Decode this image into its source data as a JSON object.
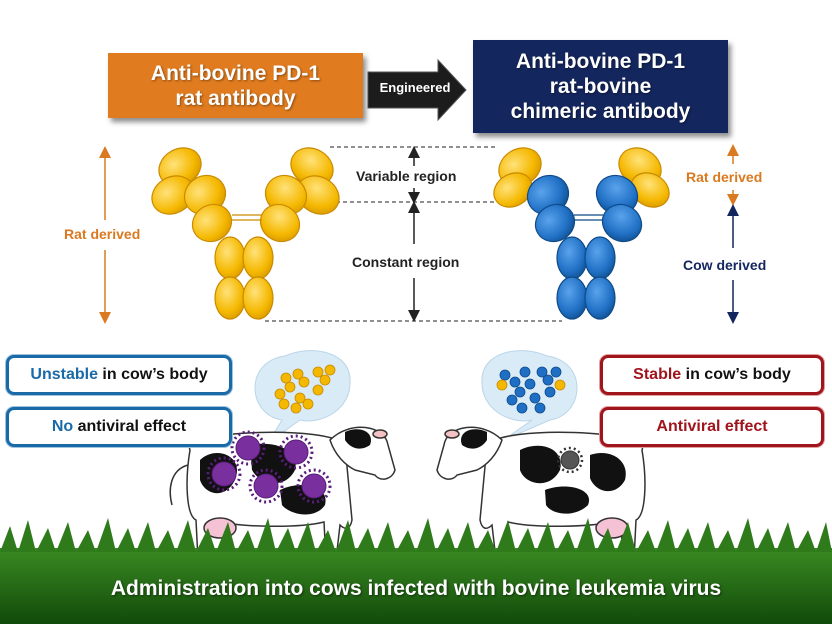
{
  "titles": {
    "rat_antibody": "Anti-bovine PD-1\nrat antibody",
    "chimeric_antibody": "Anti-bovine PD-1\nrat-bovine\nchimeric antibody",
    "arrow": "Engineered"
  },
  "labels": {
    "left_rat_derived": "Rat derived",
    "variable_region": "Variable region",
    "constant_region": "Constant region",
    "right_rat_derived": "Rat derived",
    "cow_derived": "Cow derived"
  },
  "outcomes": {
    "left_top_highlight": "Unstable",
    "left_top_rest": " in cow’s body",
    "left_bottom_highlight": "No",
    "left_bottom_rest": " antiviral effect",
    "right_top_highlight": "Stable",
    "right_top_rest": " in cow’s body",
    "right_bottom": "Antiviral effect"
  },
  "banner": "Administration into cows infected with bovine leukemia virus",
  "colors": {
    "rat_orange": "#e07b1f",
    "rat_yellow": "#f5b800",
    "navy": "#14265e",
    "bovine_blue": "#1f6fc4",
    "unstable_blue": "#1a6aa8",
    "stable_red": "#a0141c",
    "grass": "#1d5e12",
    "virus_purple": "#7a2f9e"
  },
  "icons": [
    "arrow-right-icon",
    "antibody-icon",
    "cow-icon",
    "virus-icon",
    "speech-bubble-icon"
  ]
}
